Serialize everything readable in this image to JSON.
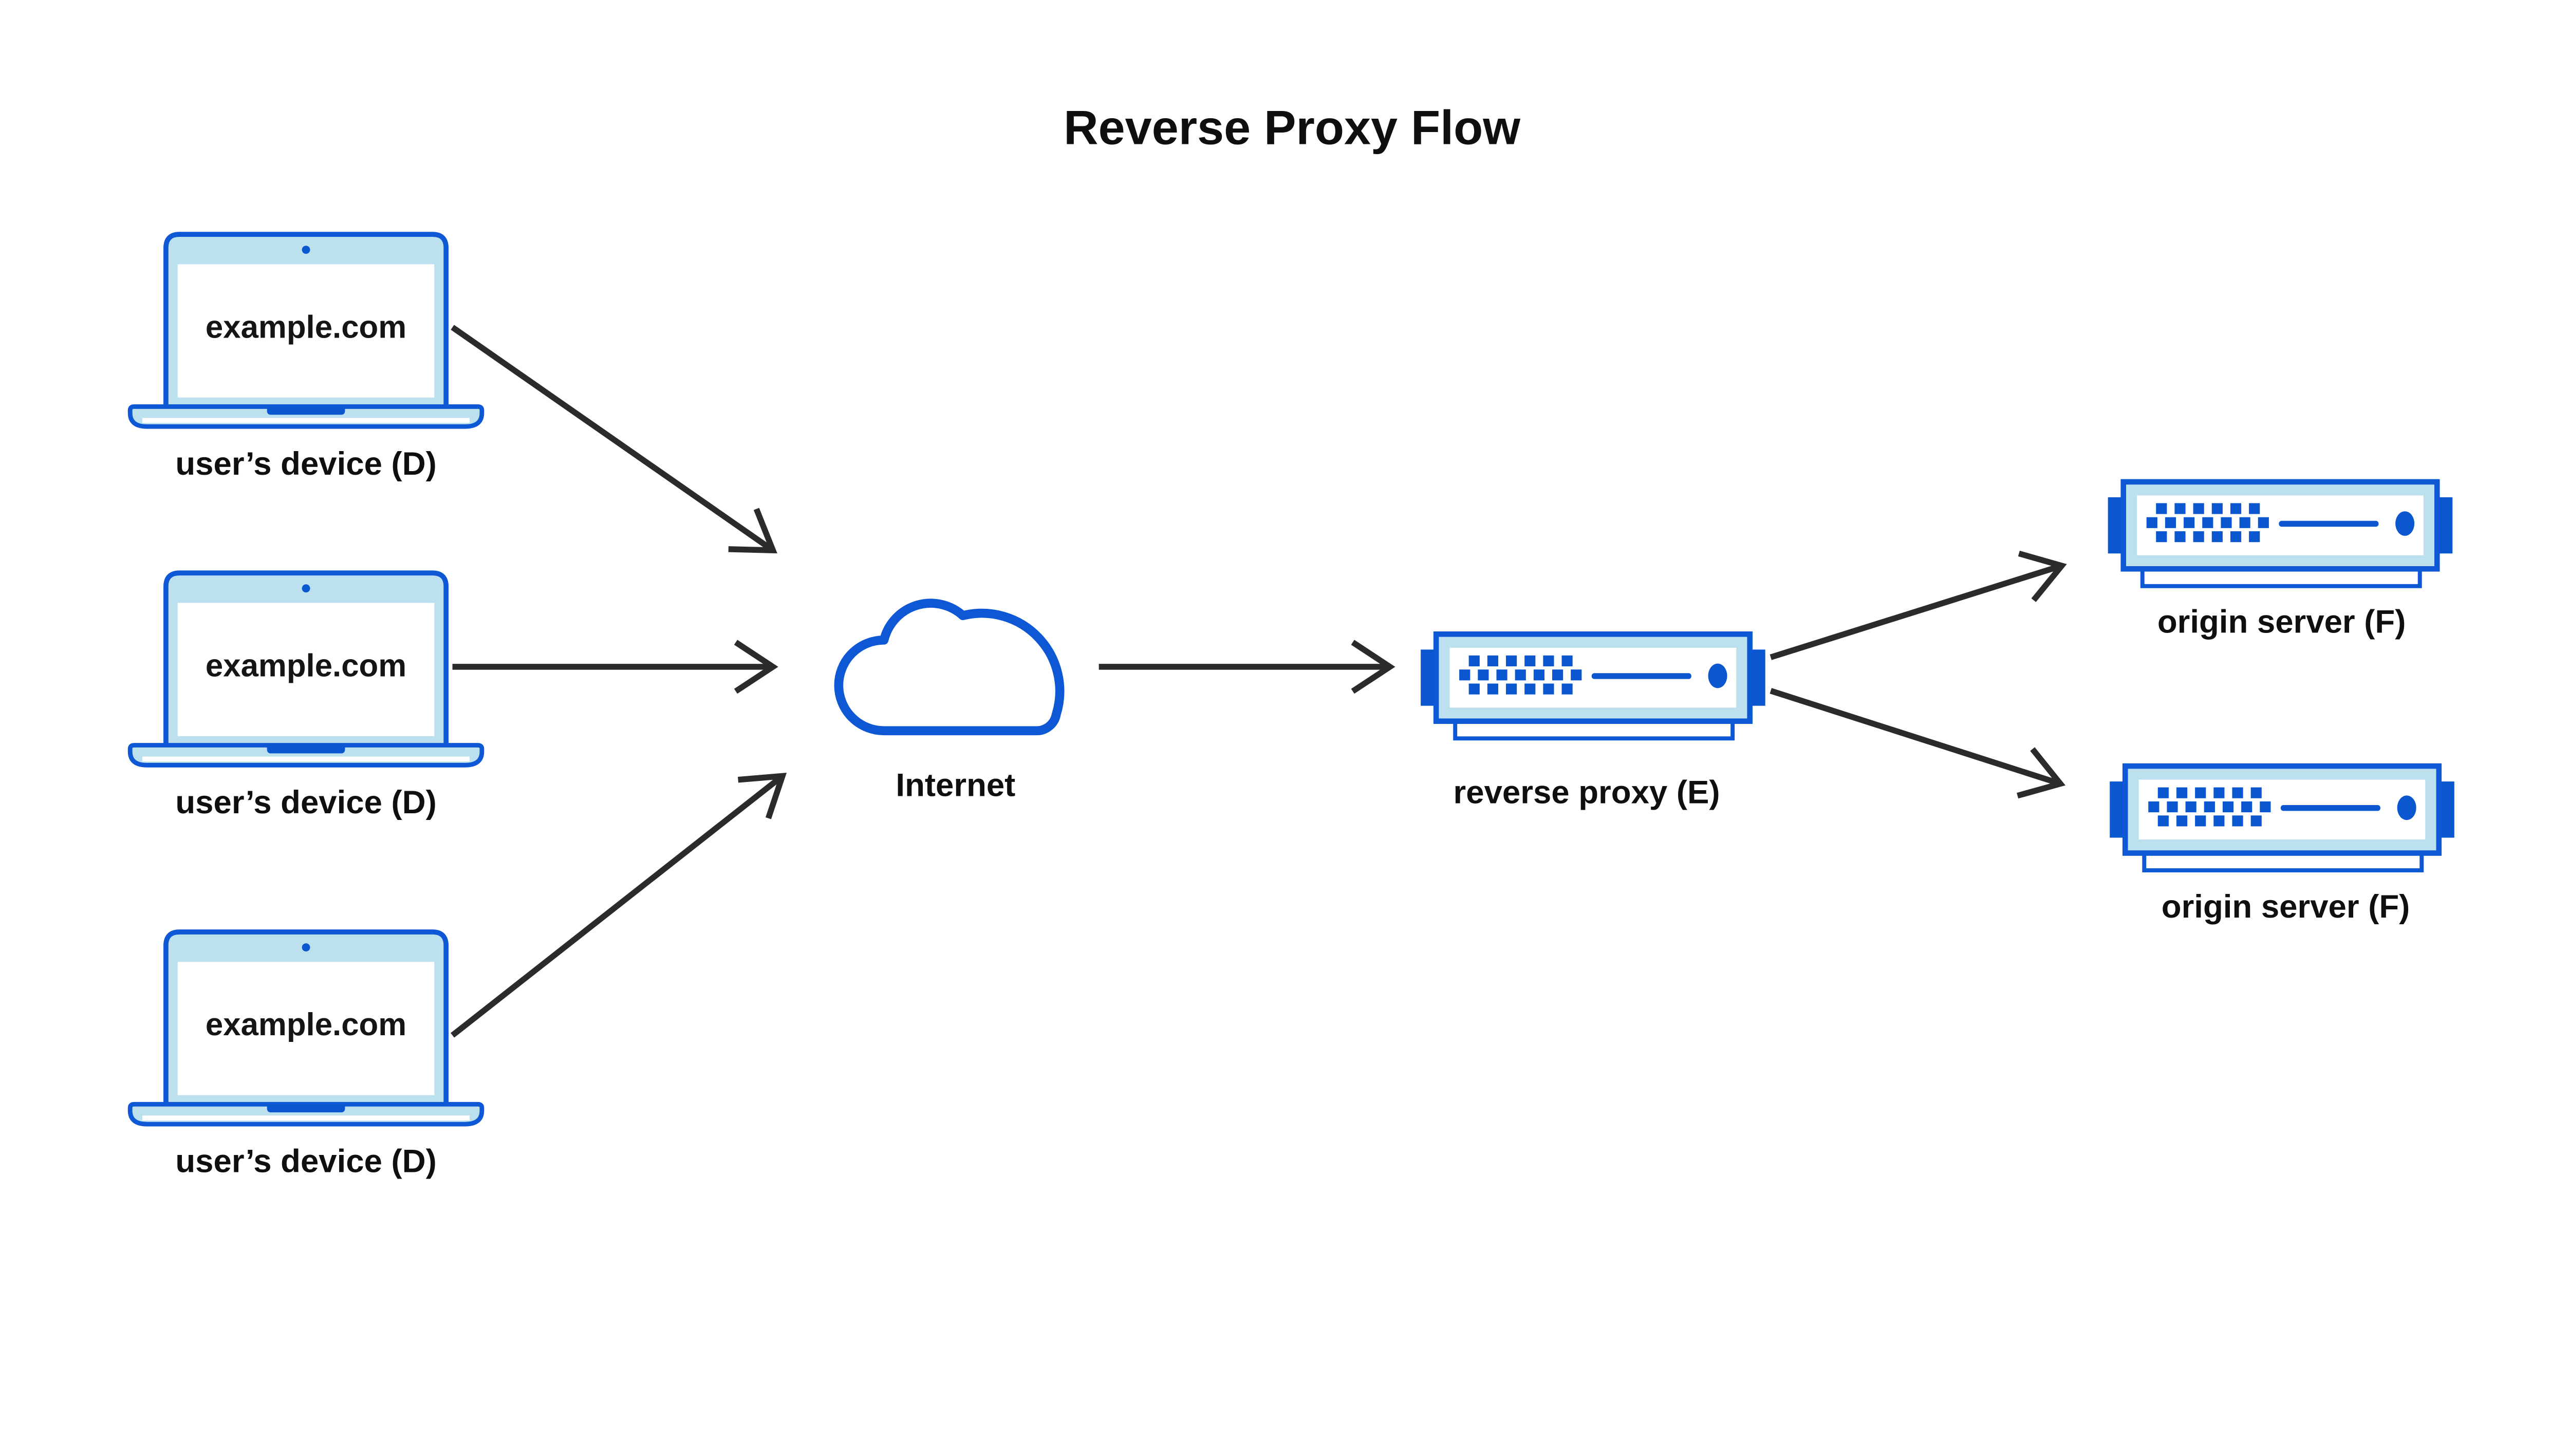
{
  "title": "Reverse Proxy Flow",
  "devices": [
    {
      "screen_text": "example.com",
      "label": "user’s device (D)"
    },
    {
      "screen_text": "example.com",
      "label": "user’s device (D)"
    },
    {
      "screen_text": "example.com",
      "label": "user’s device (D)"
    }
  ],
  "internet": {
    "label": "Internet"
  },
  "reverse_proxy": {
    "label": "reverse proxy (E)"
  },
  "origin_servers": [
    {
      "label": "origin server (F)"
    },
    {
      "label": "origin server (F)"
    }
  ],
  "icons": {
    "cloud": "internet-cloud-icon",
    "laptop": "laptop-icon",
    "server": "rack-server-icon",
    "arrow": "flow-arrow"
  },
  "colors": {
    "blue_stroke": "#0E57D5",
    "blue_solid": "#0B57D0",
    "light_blue": "#BCE0EE",
    "arrow": "#2B2B2B",
    "text": "#0F0F0F",
    "background": "#FFFFFF"
  }
}
